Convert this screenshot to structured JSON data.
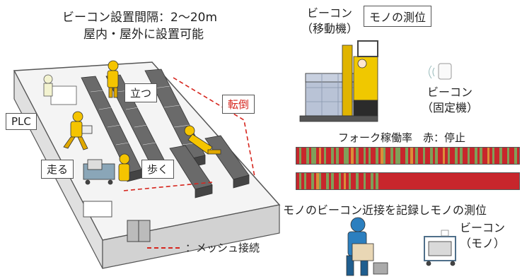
{
  "header": {
    "line1": "ビーコン設置間隔：2～20m",
    "line2": "屋内・屋外に設置可能"
  },
  "labels": {
    "plc": "PLC",
    "stand": "立つ",
    "fall": "転倒",
    "run": "走る",
    "walk": "歩く",
    "mesh": "：メッシュ接続"
  },
  "mobile_beacon": {
    "line1": "ビーコン",
    "line2": "（移動機）"
  },
  "positioning_box": "モノの測位",
  "fixed_beacon": {
    "line1": "ビーコン",
    "line2": "（固定機）"
  },
  "fork_title": "フォーク稼働率　赤：停止",
  "bottom_caption": "モノのビーコン近接を記録しモノの測位",
  "object_beacon": {
    "line1": "ビーコン",
    "line2": "（モノ）"
  },
  "colors": {
    "stop": "#c8262c",
    "run": "#7fa05a",
    "caution": "#d98f3a",
    "mesh_line": "#d6261e"
  },
  "fork_timeline": {
    "row1": [
      "r",
      "g",
      "r",
      "r",
      "g",
      "r",
      "g",
      "g",
      "r",
      "o",
      "r",
      "g",
      "r",
      "r",
      "g",
      "r",
      "g",
      "r",
      "r",
      "g",
      "g",
      "r",
      "o",
      "r",
      "g",
      "r",
      "r",
      "g",
      "r",
      "g",
      "r",
      "r",
      "g",
      "r",
      "o",
      "g",
      "r",
      "r",
      "g",
      "r",
      "g",
      "g",
      "r",
      "r",
      "g",
      "r",
      "o",
      "r",
      "g",
      "r",
      "r",
      "g",
      "r",
      "r",
      "g",
      "r",
      "g",
      "r",
      "r",
      "o",
      "r",
      "g",
      "r",
      "r",
      "g",
      "r",
      "g",
      "r",
      "r",
      "g",
      "r",
      "r",
      "g",
      "r",
      "g",
      "r",
      "r",
      "o",
      "r",
      "g",
      "r",
      "r",
      "g",
      "r",
      "r",
      "g",
      "r",
      "r",
      "g",
      "r"
    ],
    "row2": [
      "r",
      "g",
      "r",
      "g",
      "r",
      "r",
      "g",
      "r",
      "o",
      "g",
      "r",
      "r",
      "g",
      "r",
      "g",
      "r",
      "r",
      "g",
      "r",
      "o",
      "r",
      "g",
      "r",
      "r",
      "g",
      "r",
      "r",
      "g",
      "r",
      "r",
      "g",
      "r",
      "g",
      "r",
      "r",
      "r",
      "r",
      "r",
      "r",
      "r",
      "r",
      "r",
      "r",
      "r",
      "r",
      "r",
      "r",
      "r",
      "r",
      "r",
      "r",
      "r",
      "r",
      "r",
      "r",
      "r",
      "r",
      "r",
      "r",
      "r",
      "r",
      "r",
      "r",
      "r",
      "r",
      "r",
      "r",
      "r",
      "r",
      "r",
      "r",
      "r",
      "r",
      "r",
      "r",
      "r",
      "r",
      "r",
      "r",
      "r",
      "r",
      "r",
      "r",
      "r",
      "r",
      "r",
      "r",
      "r",
      "r",
      "r"
    ]
  }
}
